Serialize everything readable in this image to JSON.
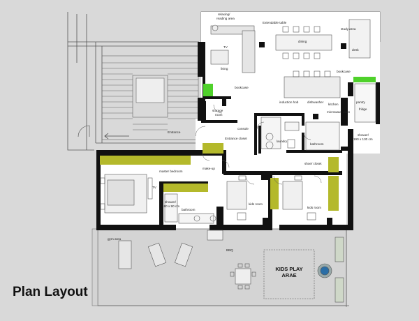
{
  "title": "Plan Layout",
  "kids_play": {
    "line1": "KIDS PLAY",
    "line2": "ARAE"
  },
  "rooms": {
    "relaxing": "relaxing/",
    "reading": "reading area",
    "extendable_table": "Extendable table",
    "study_area": "study area",
    "tv_living": "TV",
    "living": "living",
    "dining": "dining",
    "desk": "desk",
    "bookcase_living": "bookcase",
    "bookcase_kitchen": "bookcase",
    "storage": "storage",
    "storage_room": "room",
    "induction_hob": "induction hob",
    "dishwasher": "dishwasher",
    "kitchen": "kitchen",
    "pantry": "pantry",
    "microwave_oven": "microwave oven",
    "fridge": "fridge",
    "entrance": "Entrance",
    "console": "console",
    "entrance_closet": "Entrance closet",
    "laundry": "laundry",
    "bathroom_right": "bathroom",
    "shower_right": "shower/",
    "shower_right_size": "190 x 130 cm",
    "make_up": "make-up",
    "master_bedroom": "master bedroom",
    "shoe_closet": "shoe/ closet",
    "tv_master": "TV",
    "shower_left": "shower/",
    "shower_left_size": "180 x 90 cm",
    "bathroom_left": "bathroom",
    "kids_room_1": "kids room",
    "kids_room_2": "kids room",
    "gym_area": "gym area",
    "bbq": "BBQ"
  }
}
